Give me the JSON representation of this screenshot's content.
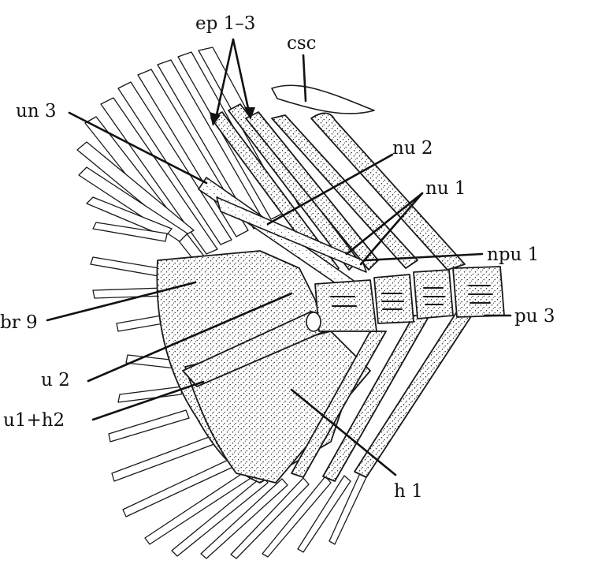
{
  "labels": {
    "ep": "ep 1–3",
    "csc": "csc",
    "un3": "un 3",
    "nu2": "nu 2",
    "nu1": "nu 1",
    "npu1": "npu 1",
    "pu3": "pu 3",
    "br9": "br 9",
    "u2": "u 2",
    "u1h2": "u1+h2",
    "h1": "h 1"
  }
}
